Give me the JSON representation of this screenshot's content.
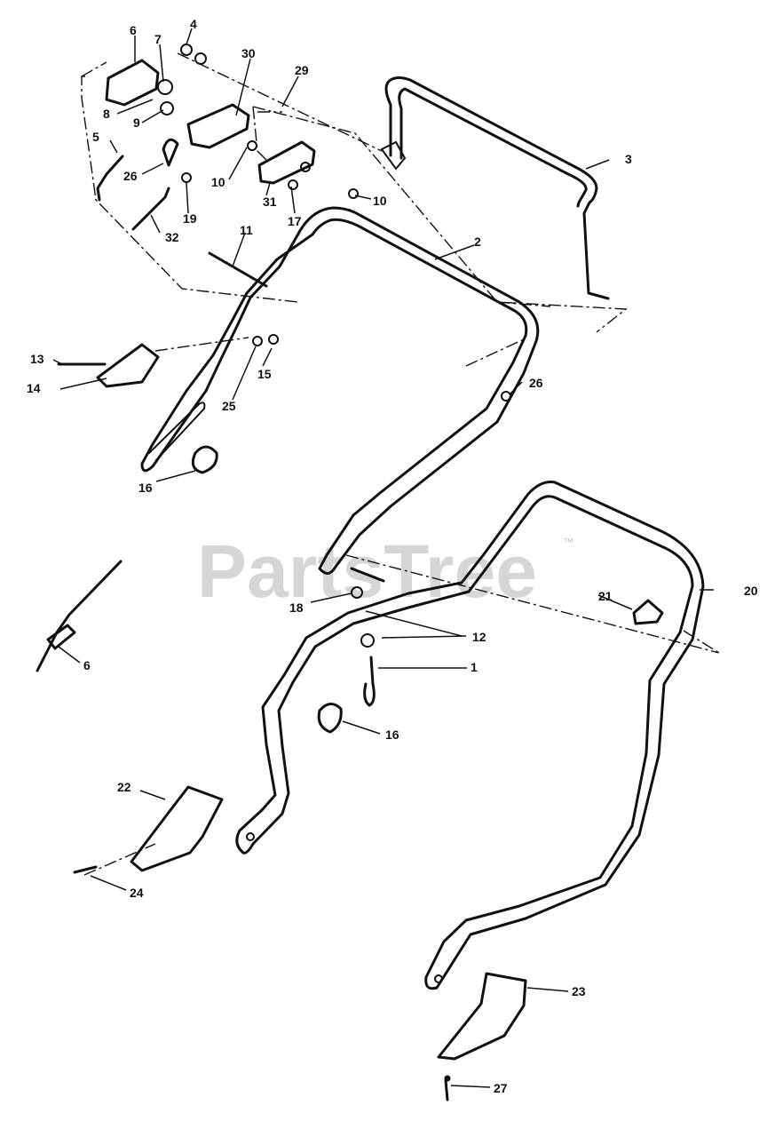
{
  "watermark": {
    "text": "PartsTree",
    "trademark": "™",
    "color": "#c9c9c9"
  },
  "callouts": [
    {
      "id": "6a",
      "text": "6"
    },
    {
      "id": "7",
      "text": "7"
    },
    {
      "id": "4",
      "text": "4"
    },
    {
      "id": "30",
      "text": "30"
    },
    {
      "id": "29",
      "text": "29"
    },
    {
      "id": "8",
      "text": "8"
    },
    {
      "id": "9",
      "text": "9"
    },
    {
      "id": "5",
      "text": "5"
    },
    {
      "id": "26a",
      "text": "26"
    },
    {
      "id": "10a",
      "text": "10"
    },
    {
      "id": "31",
      "text": "31"
    },
    {
      "id": "10b",
      "text": "10"
    },
    {
      "id": "3",
      "text": "3"
    },
    {
      "id": "19",
      "text": "19"
    },
    {
      "id": "17",
      "text": "17"
    },
    {
      "id": "32",
      "text": "32"
    },
    {
      "id": "11",
      "text": "11"
    },
    {
      "id": "2",
      "text": "2"
    },
    {
      "id": "13",
      "text": "13"
    },
    {
      "id": "14",
      "text": "14"
    },
    {
      "id": "15",
      "text": "15"
    },
    {
      "id": "25",
      "text": "25"
    },
    {
      "id": "26b",
      "text": "26"
    },
    {
      "id": "16a",
      "text": "16"
    },
    {
      "id": "6b",
      "text": "6"
    },
    {
      "id": "18",
      "text": "18"
    },
    {
      "id": "21",
      "text": "21"
    },
    {
      "id": "20",
      "text": "20"
    },
    {
      "id": "12",
      "text": "12"
    },
    {
      "id": "1",
      "text": "1"
    },
    {
      "id": "16b",
      "text": "16"
    },
    {
      "id": "22",
      "text": "22"
    },
    {
      "id": "24",
      "text": "24"
    },
    {
      "id": "23",
      "text": "23"
    },
    {
      "id": "27",
      "text": "27"
    }
  ]
}
